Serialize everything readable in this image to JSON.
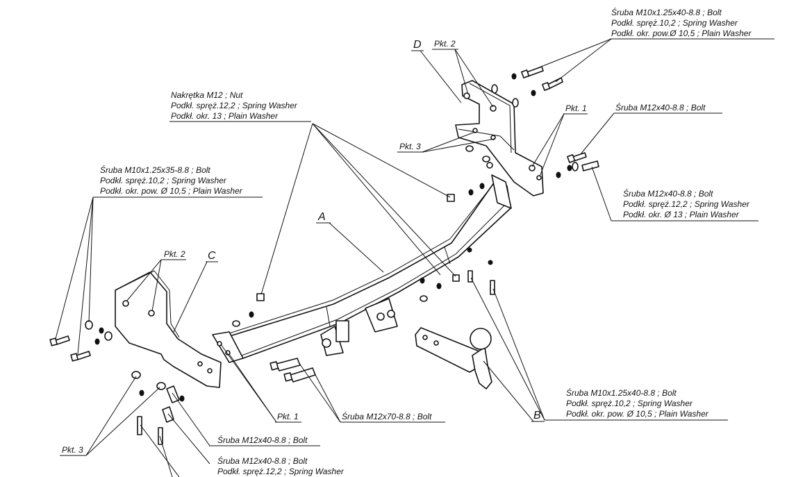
{
  "labels": {
    "part_a": "A",
    "part_b": "B",
    "part_c": "C",
    "part_d": "D",
    "pkt1_d": "Pkt. 1",
    "pkt2_d": "Pkt. 2",
    "pkt3_d": "Pkt. 3",
    "pkt1_c": "Pkt. 1",
    "pkt2_c": "Pkt. 2",
    "pkt3_c": "Pkt. 3"
  },
  "notes": {
    "top_right": [
      "Śruba M10x1.25x40-8.8 ; Bolt",
      "Podkł. spręż.10,2 ;  Spring Washer",
      "Podkł. okr. pow.Ø 10,5 ; Plain Washer"
    ],
    "nut": [
      "Nakrętka  M12 ; Nut",
      "Podkł. spręż.12,2 ; Spring Washer",
      "Podkł. okr. 13 ; Plain Washer"
    ],
    "right_bolt": [
      "Śruba M12x40-8.8 ;  Bolt"
    ],
    "right_bolt_set": [
      "Śruba M12x40-8.8 ;  Bolt",
      "Podkł. spręż.12,2 ;  Spring Washer",
      "Podkł. okr.  Ø 13 ; Plain Washer"
    ],
    "left_set": [
      "Śruba M10x1.25x35-8.8 ;  Bolt",
      "Podkł. spręż.10,2 ;  Spring Washer",
      "Podkł. okr. pow. Ø 10,5 ; Plain Washer"
    ],
    "bottom_right": [
      "Śruba M10x1.25x40-8.8 ;  Bolt",
      "Podkł. spręż.10,2 ;  Spring Washer",
      "Podkł. okr. pow. Ø 10,5 ; Plain Washer"
    ],
    "m12x70": [
      "Śruba M12x70-8.8 ;  Bolt"
    ],
    "m12x40_bottom": [
      "Śruba M12x40-8.8 ;  Bolt"
    ],
    "m12x40_set_bottom": [
      "Śruba M12x40-8.8 ;  Bolt",
      "Podkł. spręż.12,2 ;  Spring Washer"
    ]
  }
}
